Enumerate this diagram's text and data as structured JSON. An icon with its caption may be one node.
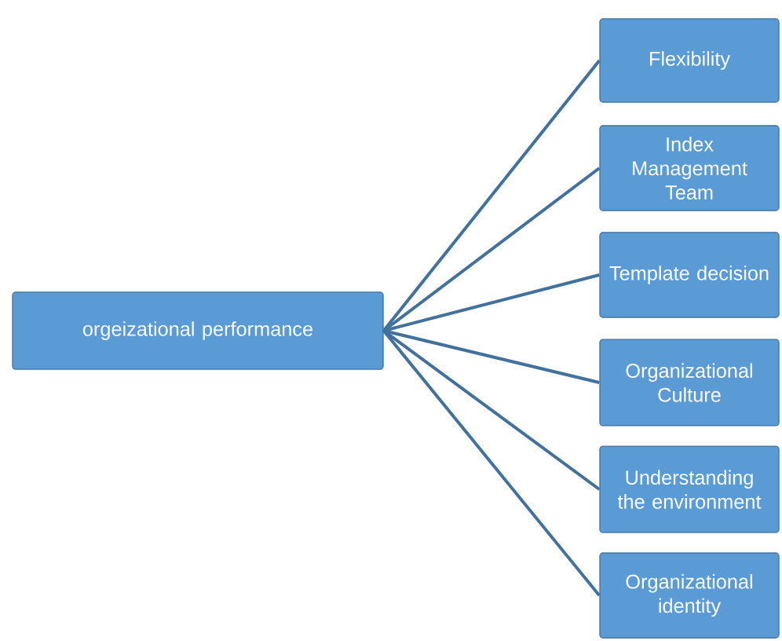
{
  "diagram": {
    "nodes": [
      {
        "text": [
          "orgeizational performance"
        ]
      },
      {
        "text": [
          "Flexibility"
        ]
      },
      {
        "text": [
          "Index Management Team"
        ]
      },
      {
        "text": [
          "Template decision"
        ]
      },
      {
        "text": [
          "Organizational Culture"
        ]
      },
      {
        "text": [
          "Understanding the environment"
        ]
      },
      {
        "text": [
          "Organizational identity"
        ]
      }
    ],
    "edges": [
      {
        "from": 0,
        "to": 1,
        "arrow": "none"
      },
      {
        "from": 0,
        "to": 2,
        "arrow": "none"
      },
      {
        "from": 0,
        "to": 3,
        "arrow": "none"
      },
      {
        "from": 0,
        "to": 4,
        "arrow": "none"
      },
      {
        "from": 0,
        "to": 5,
        "arrow": "none"
      },
      {
        "from": 0,
        "to": 6,
        "arrow": "none"
      }
    ]
  }
}
